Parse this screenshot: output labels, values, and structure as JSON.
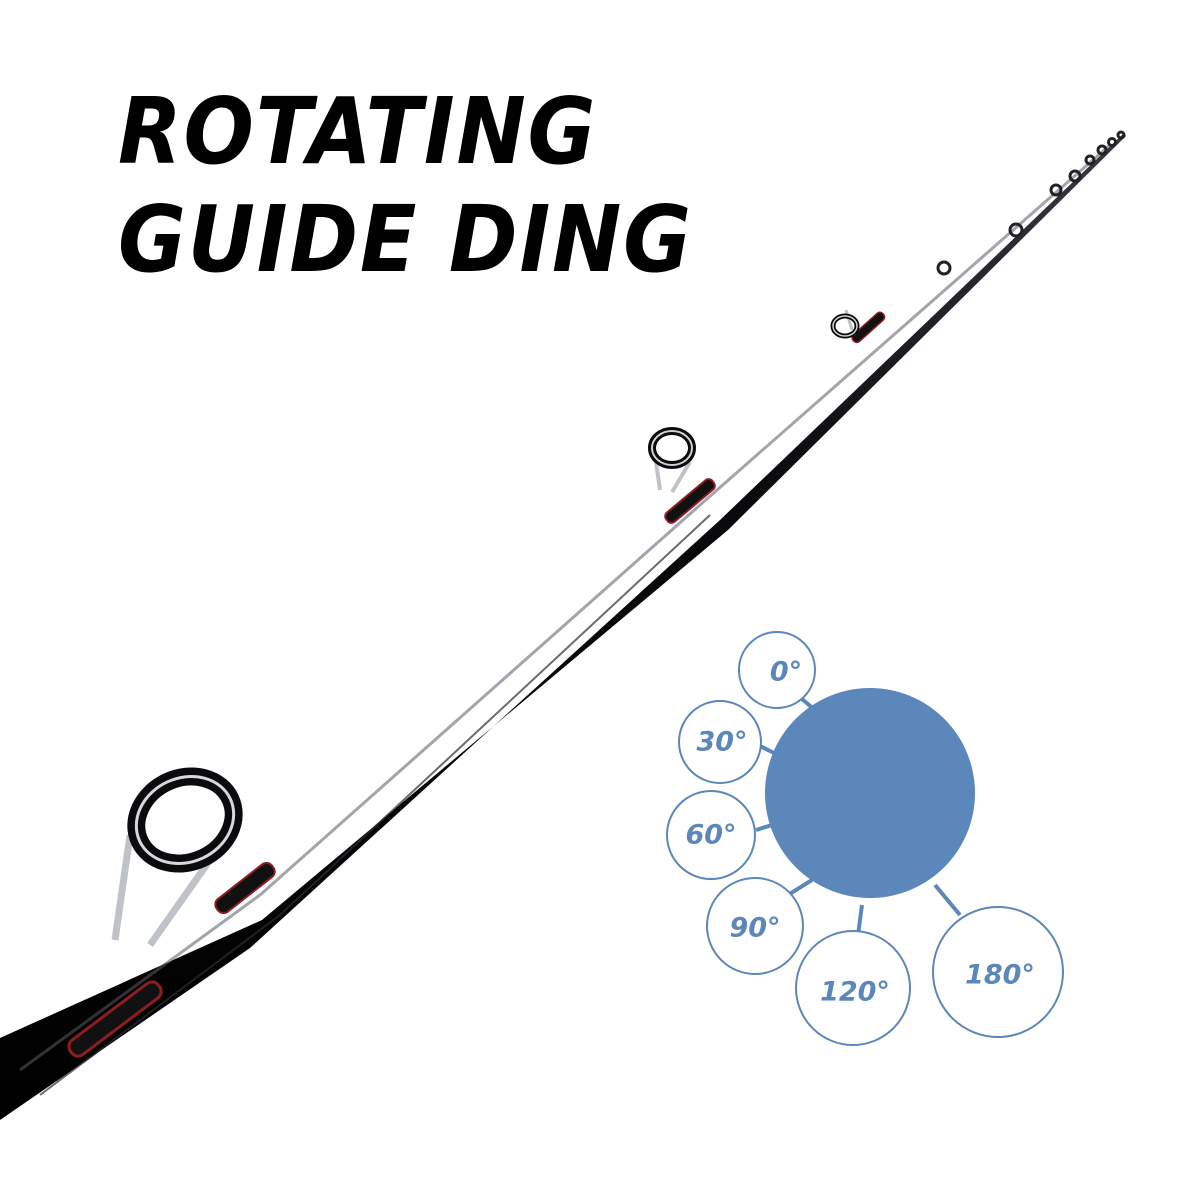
{
  "headline": {
    "line1": "ROTATING",
    "line2": "GUIDE DING"
  },
  "angles": [
    "0°",
    "30°",
    "60°",
    "90°",
    "120°",
    "180°"
  ],
  "colors": {
    "text": "#000000",
    "accent": "#5b87ba",
    "rod": "#0b0b0e",
    "thread": "#8f1c22",
    "guide_frame": "#bfc3c7",
    "background": "#ffffff"
  }
}
